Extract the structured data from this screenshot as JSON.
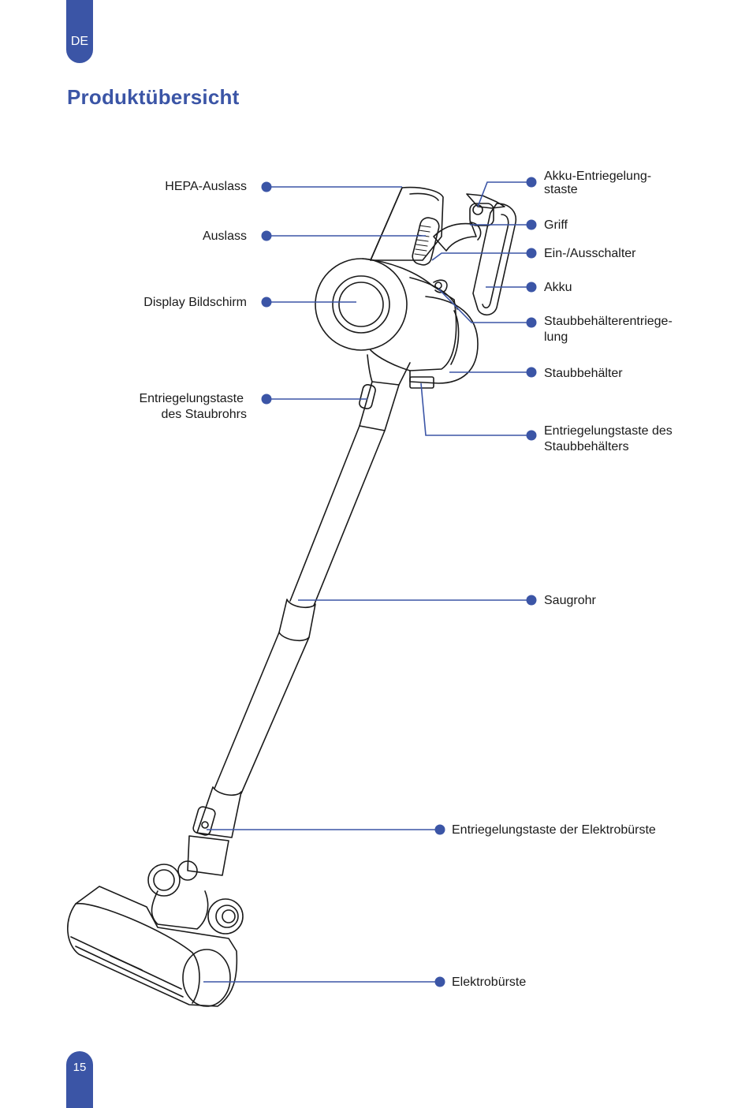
{
  "header": {
    "language_tab": "DE",
    "title": "Produktübersicht"
  },
  "footer": {
    "page_number": "15"
  },
  "colors": {
    "accent": "#3b55a6",
    "line": "#1a1a1a"
  },
  "labels": {
    "hepa_outlet": "HEPA-Auslass",
    "outlet": "Auslass",
    "display": "Display Bildschirm",
    "tube_release": [
      "Entriegelungstaste",
      "des Staubrohrs"
    ],
    "battery_release": [
      "Akku-Entriegelung-",
      "staste"
    ],
    "handle": "Griff",
    "power_switch": "Ein-/Ausschalter",
    "battery": "Akku",
    "bin_release_lever": [
      "Staubbehälterentriege-",
      "lung"
    ],
    "dust_bin": "Staubbehälter",
    "bin_release_button": [
      "Entriegelungstaste des",
      "Staubbehälters"
    ],
    "suction_tube": "Saugrohr",
    "brush_release": "Entriegelungstaste der Elektrobürste",
    "electric_brush": "Elektrobürste"
  }
}
